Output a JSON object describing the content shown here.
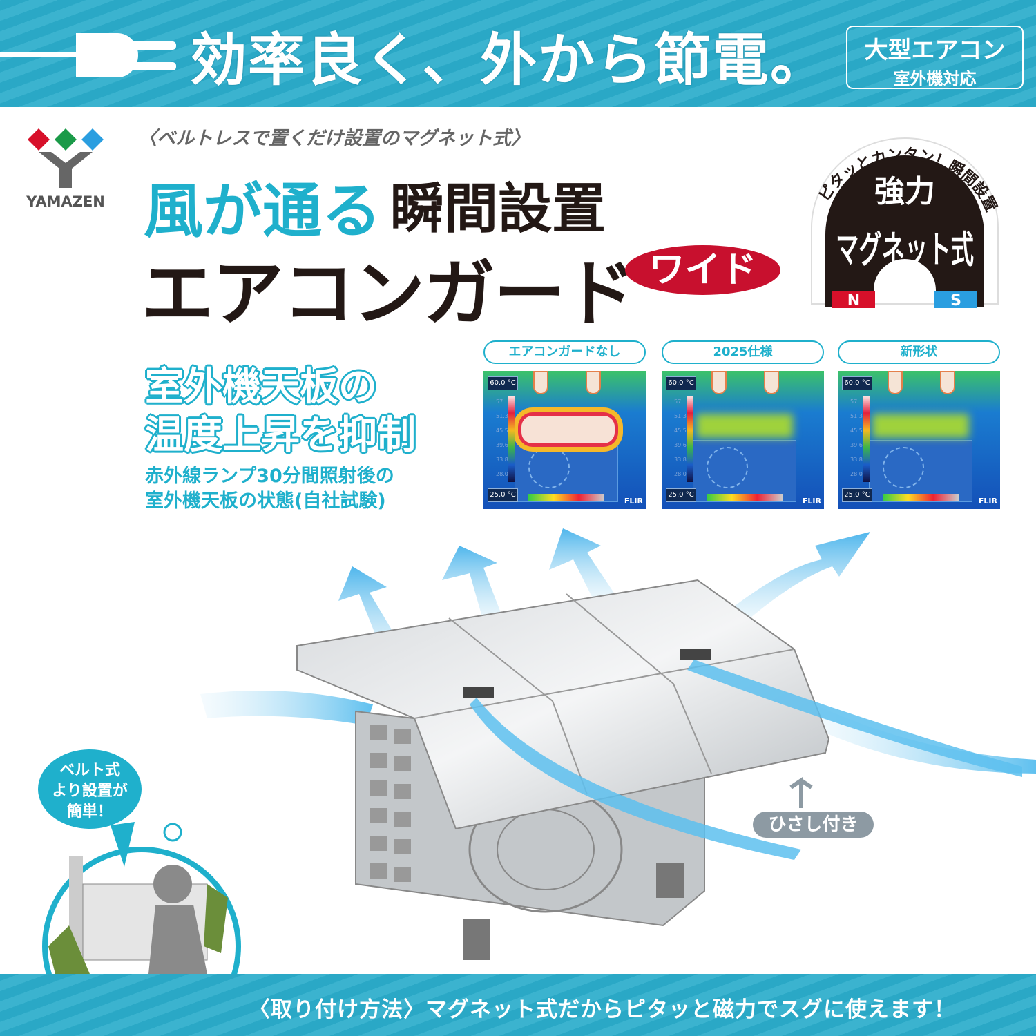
{
  "banner": {
    "headline": "効率良く、外から節電。",
    "badge_line1": "大型エアコン",
    "badge_line2": "室外機対応"
  },
  "brand": {
    "name": "YAMAZEN"
  },
  "product": {
    "subtitle": "〈ベルトレスで置くだけ設置のマグネット式〉",
    "title_accent": "風が通る",
    "title_dark": "瞬間設置",
    "name": "エアコンガード",
    "variant": "ワイド"
  },
  "magnet_badge": {
    "arc_text": "ピタッとカンタン！瞬間設置！",
    "line1": "強力",
    "line2": "マグネット式",
    "north": "N",
    "south": "S"
  },
  "feature": {
    "line1": "室外機天板の",
    "line2": "温度上昇を抑制",
    "note1": "赤外線ランプ30分間照射後の",
    "note2": "室外機天板の状態(自社試験)"
  },
  "thermal": {
    "max": "60.0 °C",
    "min": "25.0 °C",
    "ticks": [
      "57.",
      "51.3",
      "45.5",
      "39.6",
      "33.8",
      "28.0"
    ],
    "brand": "FLIR",
    "panels": [
      {
        "label": "エアコンガードなし",
        "state": "hot"
      },
      {
        "label": "2025仕様",
        "state": "warm"
      },
      {
        "label": "新形状",
        "state": "warm"
      }
    ]
  },
  "callouts": {
    "hisashi": "ひさし付き",
    "bubble": [
      "ベルト式",
      "より設置が",
      "簡単！"
    ]
  },
  "footer": {
    "text": "〈取り付け方法〉マグネット式だからピタッと磁力でスグに使えます！"
  },
  "colors": {
    "teal": "#1fb0cc",
    "red": "#c8102e",
    "dark": "#231815",
    "north": "#d7102a",
    "south": "#2a9ee0"
  }
}
